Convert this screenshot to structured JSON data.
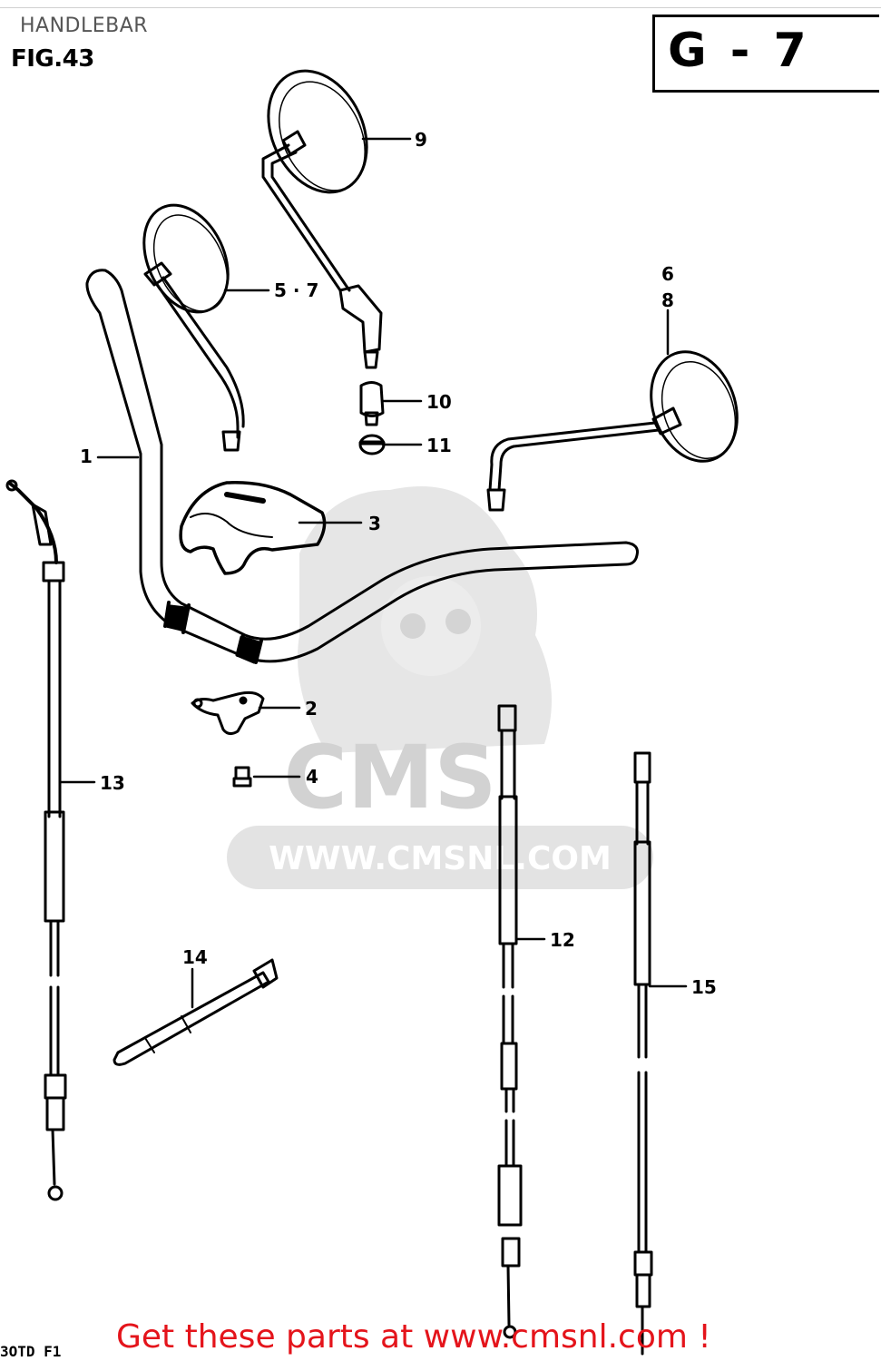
{
  "header": {
    "title": "HANDLEBAR",
    "figure": "FIG.43",
    "page_code": "G - 7"
  },
  "watermark": {
    "brand": "CMS",
    "url": "WWW.CMSNL.COM"
  },
  "callouts": [
    {
      "id": "c1",
      "label": "1"
    },
    {
      "id": "c2",
      "label": "2"
    },
    {
      "id": "c3",
      "label": "3"
    },
    {
      "id": "c4",
      "label": "4"
    },
    {
      "id": "c57",
      "label": "5 · 7"
    },
    {
      "id": "c6",
      "label": "6"
    },
    {
      "id": "c8",
      "label": "8"
    },
    {
      "id": "c9",
      "label": "9"
    },
    {
      "id": "c10",
      "label": "10"
    },
    {
      "id": "c11",
      "label": "11"
    },
    {
      "id": "c12",
      "label": "12"
    },
    {
      "id": "c13",
      "label": "13"
    },
    {
      "id": "c14",
      "label": "14"
    },
    {
      "id": "c15",
      "label": "15"
    }
  ],
  "footer": {
    "drawing_code": "3OTD F1",
    "promo": "Get these parts at www.cmsnl.com !"
  },
  "colors": {
    "promo": "#e4141b",
    "watermark": "#d9d9d9",
    "line": "#000000"
  }
}
